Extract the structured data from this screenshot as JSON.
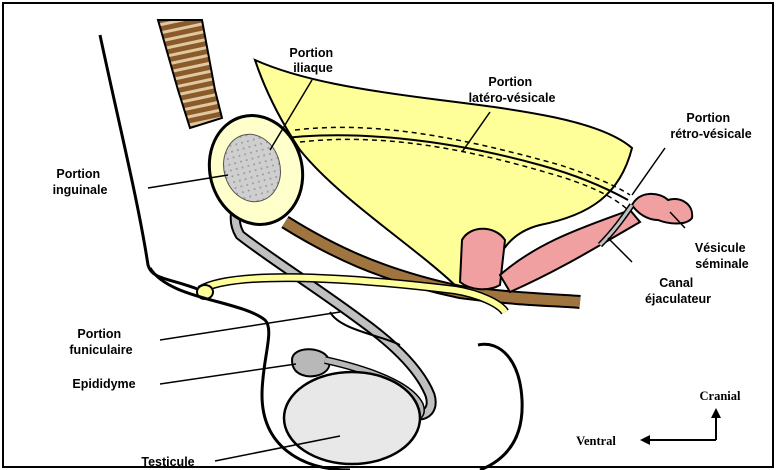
{
  "labels": {
    "portion_iliaque": [
      "Portion",
      "iliaque"
    ],
    "portion_latero_vesicale": [
      "Portion",
      "latéro-vésicale"
    ],
    "portion_retro_vesicale": [
      "Portion",
      "rétro-vésicale"
    ],
    "portion_inguinale": [
      "Portion",
      "inguinale"
    ],
    "vesicule_seminale": [
      "Vésicule",
      "séminale"
    ],
    "canal_ejaculateur": [
      "Canal",
      "éjaculateur"
    ],
    "portion_funiculaire": [
      "Portion",
      "funiculaire"
    ],
    "epididyme": "Epididyme",
    "testicule": "Testicule"
  },
  "orientation": {
    "cranial": "Cranial",
    "ventral": "Ventral"
  },
  "colors": {
    "bladder": "#ffff99",
    "vas_deferens": "#c0c0c0",
    "ureter_band": "#a0743f",
    "seminal_vesicle": "#f0a0a0",
    "testis": "#e8e8e8",
    "ring": "#ffffcc"
  }
}
